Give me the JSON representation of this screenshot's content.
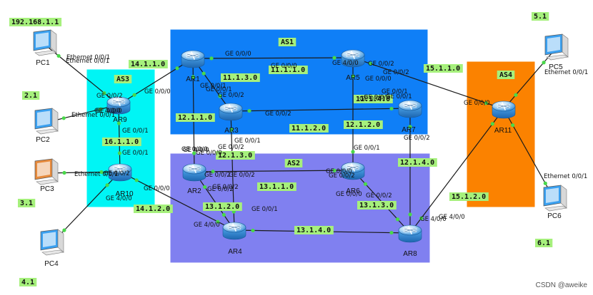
{
  "areas": [
    {
      "id": "AS1",
      "label": "AS1",
      "color": "#0f7ff7"
    },
    {
      "id": "AS2",
      "label": "AS2",
      "color": "#8080f0"
    },
    {
      "id": "AS3",
      "label": "AS3",
      "color": "#00f5f5"
    },
    {
      "id": "AS4",
      "label": "AS4",
      "color": "#fb8200"
    }
  ],
  "routers": [
    {
      "id": "AR1",
      "label": "AR1"
    },
    {
      "id": "AR2",
      "label": "AR2"
    },
    {
      "id": "AR3",
      "label": "AR3"
    },
    {
      "id": "AR4",
      "label": "AR4"
    },
    {
      "id": "AR5",
      "label": "AR5"
    },
    {
      "id": "AR6",
      "label": "AR6"
    },
    {
      "id": "AR7",
      "label": "AR7"
    },
    {
      "id": "AR8",
      "label": "AR8"
    },
    {
      "id": "AR9",
      "label": "AR9"
    },
    {
      "id": "AR10",
      "label": "AR10"
    },
    {
      "id": "AR11",
      "label": "AR11"
    }
  ],
  "pcs": [
    {
      "id": "PC1",
      "label": "PC1",
      "color": "#3aa0f0"
    },
    {
      "id": "PC2",
      "label": "PC2",
      "color": "#3aa0f0"
    },
    {
      "id": "PC3",
      "label": "PC3",
      "color": "#e68a3c"
    },
    {
      "id": "PC4",
      "label": "PC4",
      "color": "#3aa0f0"
    },
    {
      "id": "PC5",
      "label": "PC5",
      "color": "#3aa0f0"
    },
    {
      "id": "PC6",
      "label": "PC6",
      "color": "#3aa0f0"
    }
  ],
  "links": [
    {
      "from": "AR1",
      "to": "AR5"
    },
    {
      "from": "AR1",
      "to": "AR3"
    },
    {
      "from": "AR1",
      "to": "AR2"
    },
    {
      "from": "AR1",
      "to": "AR9"
    },
    {
      "from": "AR3",
      "to": "AR7"
    },
    {
      "from": "AR3",
      "to": "AR4"
    },
    {
      "from": "AR5",
      "to": "AR6"
    },
    {
      "from": "AR5",
      "to": "AR11"
    },
    {
      "from": "AR7",
      "to": "AR8"
    },
    {
      "from": "AR2",
      "to": "AR6"
    },
    {
      "from": "AR2",
      "to": "AR4"
    },
    {
      "from": "AR4",
      "to": "AR8"
    },
    {
      "from": "AR6",
      "to": "AR8"
    },
    {
      "from": "AR8",
      "to": "AR11"
    },
    {
      "from": "AR9",
      "to": "AR10"
    },
    {
      "from": "AR10",
      "to": "AR4"
    },
    {
      "from": "PC1",
      "to": "AR9"
    },
    {
      "from": "PC2",
      "to": "AR9"
    },
    {
      "from": "PC3",
      "to": "AR10"
    },
    {
      "from": "PC4",
      "to": "AR10"
    },
    {
      "from": "PC5",
      "to": "AR11"
    },
    {
      "from": "PC6",
      "to": "AR11"
    }
  ],
  "networks": [
    "192.168.1.1",
    "14.1.1.0",
    "11.1.1.0",
    "11.1.3.0",
    "12.1.1.0",
    "11.1.4.0",
    "11.1.2.0",
    "12.1.2.0",
    "15.1.1.0",
    "16.1.1.0",
    "12.1.3.0",
    "13.1.1.0",
    "12.1.4.0",
    "13.1.2.0",
    "13.1.3.0",
    "14.1.2.0",
    "13.1.4.0",
    "15.1.2.0",
    "2.1",
    "3.1",
    "4.1",
    "5.1",
    "6.1"
  ],
  "ports": [
    "Ethernet 0/0/1",
    "GE 0/0/0",
    "GE 0/0/2",
    "GE 4/0/0",
    "GE 0/0/1",
    "GE 0/0/0",
    "GE 0/0/1",
    "GE 0/0/0",
    "GE 0/0/2",
    "GE 4/0/0",
    "GE 0/0/2",
    "GE 0/0/1",
    "GE 0/0/2",
    "GE 0/0/0",
    "GE 0/0/0",
    "GE 0/0/2",
    "GE 0/0/1",
    "GE 0/0/1",
    "GE 0/0/0",
    "GE 0/0/2",
    "GE 0/0/2",
    "GE 4/0/0",
    "GE 0/0/1",
    "GE 0/0/2",
    "GE 0/0/0",
    "GE 0/0/1",
    "GE 0/0/2",
    "GE 4/0/0",
    "GE 0/0/2",
    "GE 0/0/0",
    "GE 0/0/1",
    "GE 0/0/0",
    "GE 0/0/2",
    "GE 0/0/2",
    "GE 4/0/0",
    "GE 0/0/0",
    "GE 0/0/2",
    "GE 0/0/1",
    "GE 4/0/0",
    "Ethernet 0/0/1",
    "Ethernet 0/0/1",
    "GE 4/0/0",
    "GE 0/0/1",
    "Ethernet 0/0/1",
    "GE 0/0/2",
    "GE 4/0/0",
    "GE 0/0/0",
    "Ethernet 0/0/1",
    "Ethernet 0/0/1"
  ],
  "watermark": "CSDN @aweike"
}
